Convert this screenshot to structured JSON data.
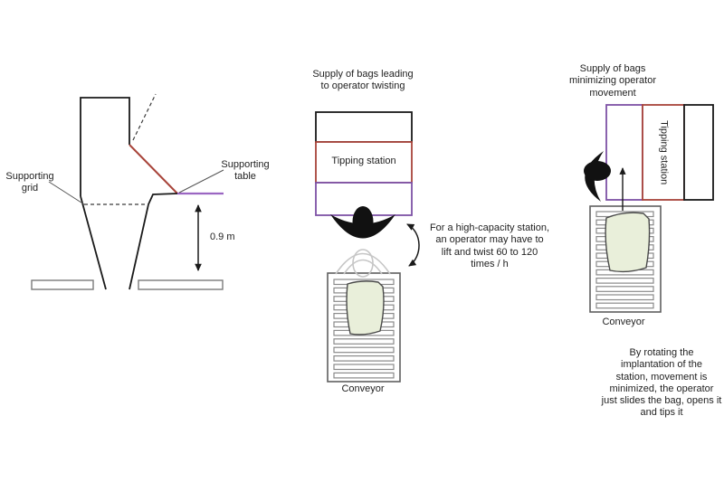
{
  "colors": {
    "accent_red": "#a8443a",
    "accent_purple": "#7d52a6",
    "table_line_purple": "#9b66c2",
    "bag_fill": "#e9efda",
    "figure_black": "#111111",
    "ghost_gray": "#c6c6c6",
    "line_black": "#1a1a1a"
  },
  "left_diagram": {
    "grid_label_lines": [
      "Supporting",
      "grid"
    ],
    "table_label_lines": [
      "Supporting",
      "table"
    ],
    "dimension": "0.9 m"
  },
  "middle_panel": {
    "title_lines": [
      "Supply of bags leading",
      "to operator twisting"
    ],
    "station_label": "Tipping station",
    "conveyor_label": "Conveyor",
    "note_lines": [
      "For a high-capacity station,",
      "an operator may have to",
      "lift and twist 60 to 120",
      "times / h"
    ]
  },
  "right_panel": {
    "title_lines": [
      "Supply of bags",
      "minimizing operator",
      "movement"
    ],
    "station_label": "Tipping station",
    "conveyor_label": "Conveyor",
    "note_lines": [
      "By rotating the",
      "implantation of the",
      "station, movement is",
      "minimized, the operator",
      "just slides the bag, opens it",
      "and tips it"
    ]
  }
}
